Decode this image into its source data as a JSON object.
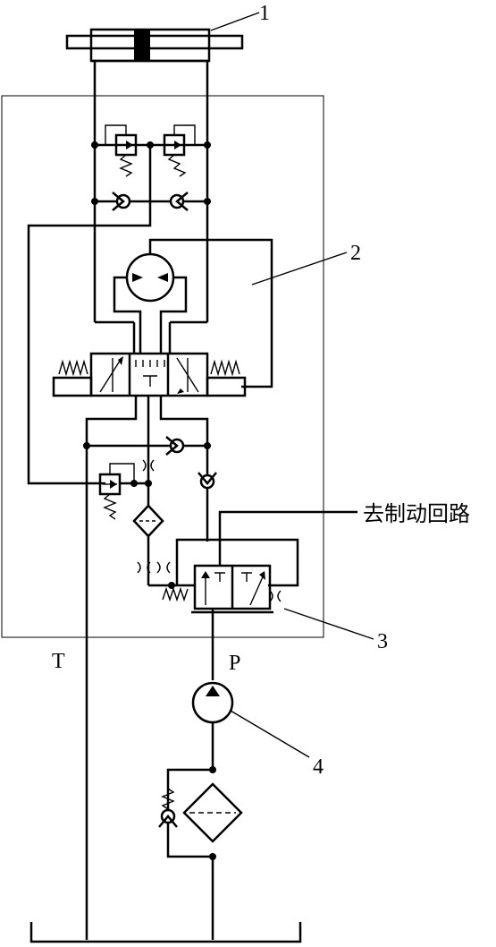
{
  "labels": {
    "n1": "1",
    "n2": "2",
    "n3": "3",
    "n4": "4",
    "brake": "去制动回路",
    "port_t": "T",
    "port_p": "P"
  }
}
